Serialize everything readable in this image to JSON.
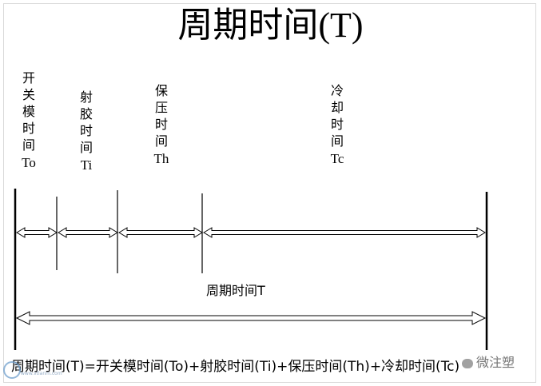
{
  "title": "周期时间(T)",
  "phases": [
    {
      "name": "开关模时间",
      "code": "To"
    },
    {
      "name": "射胶时间",
      "code": "Ti"
    },
    {
      "name": "保压时间",
      "code": "Th"
    },
    {
      "name": "冷却时间",
      "code": "Tc"
    }
  ],
  "cycle_label": "周期时间T",
  "formula": "周期时间(T)=开关模时间(To)+射胶时间(Ti)+保压时间(Th)+冷却时间(Tc)",
  "watermark": {
    "site_url": "www.vtlanm.com",
    "brand": "微注塑"
  },
  "colors": {
    "line": "#000000",
    "arrow_fill": "#ffffff",
    "frame": "#d9d9d9"
  }
}
